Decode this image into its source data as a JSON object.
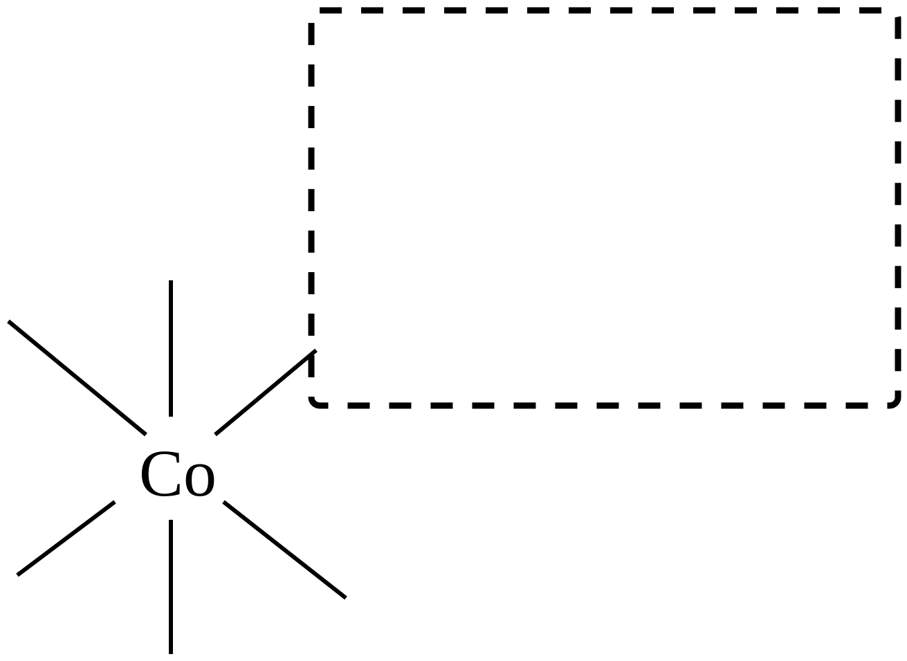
{
  "diagram": {
    "center_atom": {
      "label": "Co"
    },
    "ligand_bond_count": 6,
    "placeholder_box": {
      "style": "dashed",
      "content": ""
    },
    "colors": {
      "ink": "#000000",
      "background": "#ffffff"
    }
  }
}
